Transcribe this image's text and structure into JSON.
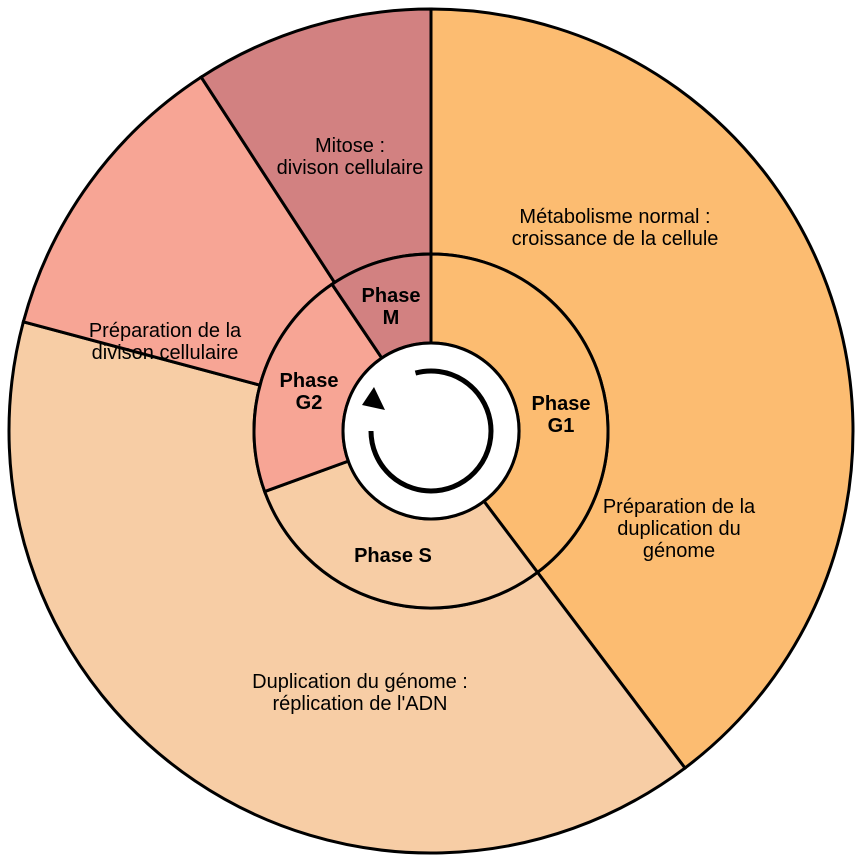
{
  "colors": {
    "g1": "#FCBC71",
    "s": "#F7CDA5",
    "g2": "#F7A595",
    "m": "#D28181",
    "outline": "#000000",
    "center": "#FFFFFF"
  },
  "phases": [
    {
      "key": "m",
      "inner_lines": [
        "Phase",
        "M"
      ],
      "outer_lines": [
        "Mitose :",
        "divison cellulaire"
      ]
    },
    {
      "key": "g1",
      "inner_lines": [
        "Phase",
        "G1"
      ],
      "outer_lines": [
        "Métabolisme normal :",
        "croissance de la cellule"
      ],
      "outer_lines_extra": [
        "Préparation de la",
        "duplication du",
        "génome"
      ]
    },
    {
      "key": "s",
      "inner_lines": [
        "Phase S"
      ],
      "outer_lines": [
        "Duplication du génome :",
        "réplication de l'ADN"
      ]
    },
    {
      "key": "g2",
      "inner_lines": [
        "Phase",
        "G2"
      ],
      "outer_lines": [
        "Préparation de la",
        "divison cellulaire"
      ]
    }
  ],
  "center_icon": "circular-arrow-icon"
}
